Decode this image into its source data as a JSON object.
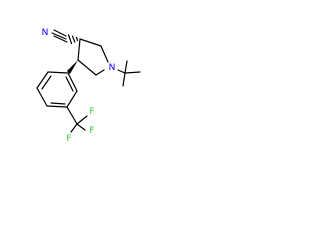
{
  "molecule": {
    "atom_labels": {
      "nitrile_n": "N",
      "ring_n": "N",
      "fluorine_1": "F",
      "fluorine_2": "F",
      "fluorine_3": "F"
    },
    "colors": {
      "nitrogen": "#0000ff",
      "fluorine": "#33cc33",
      "bond": "#000000"
    }
  }
}
